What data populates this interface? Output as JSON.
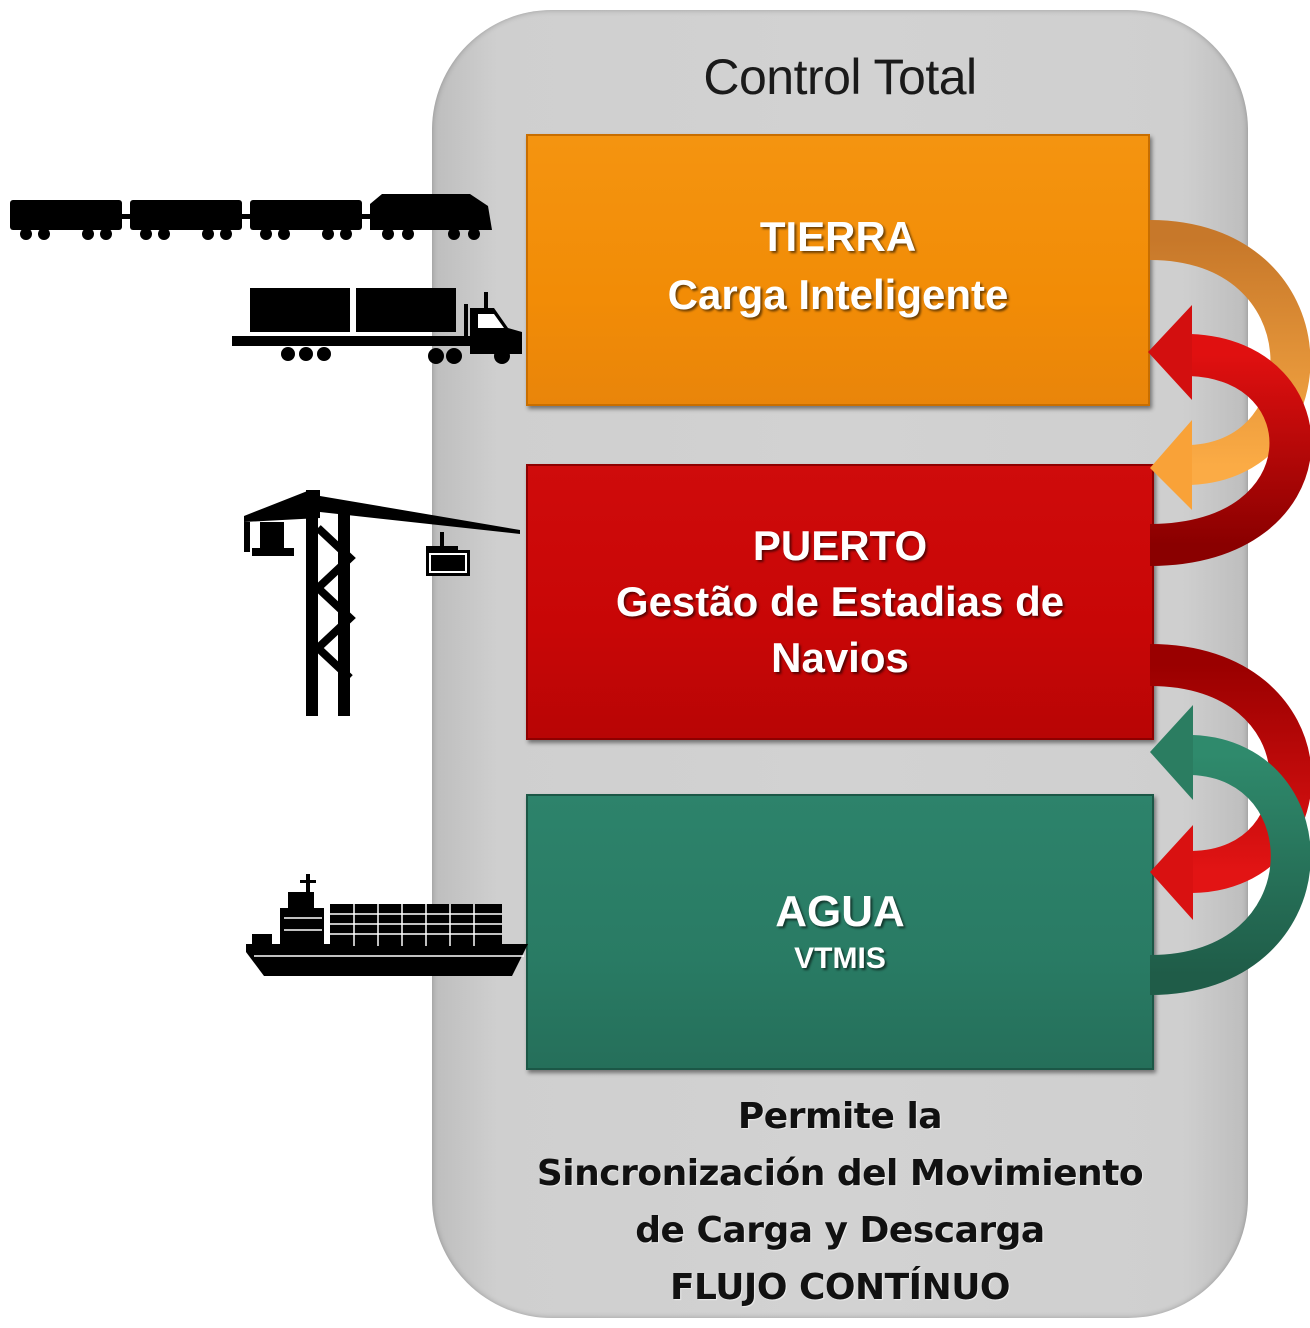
{
  "panel": {
    "title": "Control Total"
  },
  "boxes": {
    "tierra": {
      "title": "TIERRA",
      "subtitle": "Carga Inteligente"
    },
    "puerto": {
      "title": "PUERTO",
      "subtitle_1": "Gestão de Estadias de",
      "subtitle_2": "Navios"
    },
    "agua": {
      "title": "AGUA",
      "subtitle": "VTMIS"
    }
  },
  "caption": {
    "line1": "Permite la",
    "line2": "Sincronización del Movimiento",
    "line3": "de Carga y Descarga",
    "line4": "FLUJO CONTÍNUO"
  },
  "icons": {
    "train": "train-icon",
    "truck": "truck-icon",
    "crane": "crane-icon",
    "ship": "ship-icon"
  },
  "colors": {
    "tierra": "#f28c06",
    "puerto": "#c80606",
    "agua": "#297b64",
    "panel": "#d2d2d2",
    "arrow_orange": "#f7a035",
    "arrow_red": "#cc0a0a",
    "arrow_green": "#2e7a60"
  }
}
